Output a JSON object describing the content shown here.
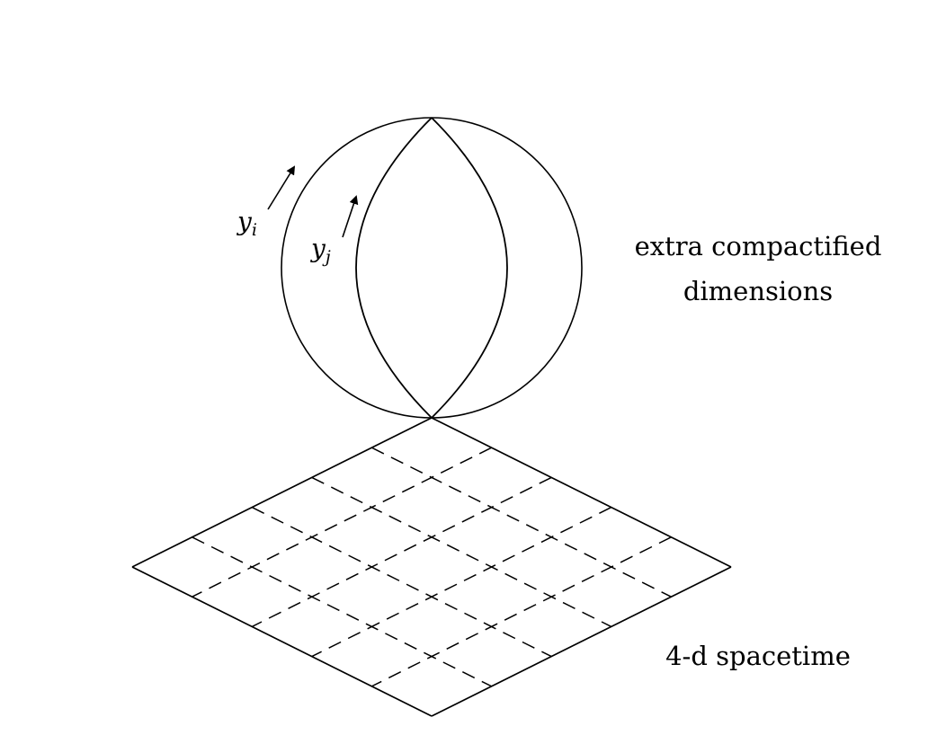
{
  "diagram": {
    "labels": {
      "extra_dims_line1": "extra compactified",
      "extra_dims_line2": "dimensions",
      "spacetime": "4-d spacetime"
    },
    "coordinates": {
      "y_i": {
        "base": "y",
        "sub": "i"
      },
      "y_j": {
        "base": "y",
        "sub": "j"
      }
    },
    "colors": {
      "stroke": "#000000",
      "background": "#ffffff"
    }
  }
}
